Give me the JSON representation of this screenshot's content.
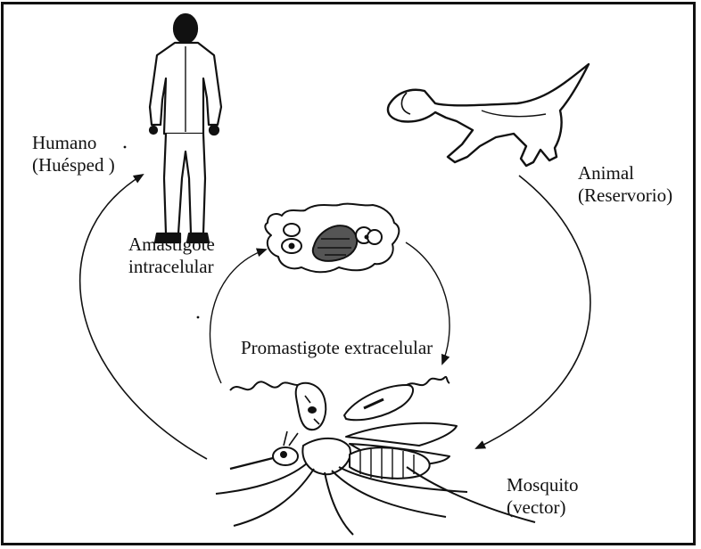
{
  "labels": {
    "human": {
      "line1": "Humano",
      "line2": "(Huésped )"
    },
    "animal": {
      "line1": "Animal",
      "line2": "(Reservorio)"
    },
    "amastigote": {
      "line1": "Amastigote",
      "line2": "intracelular"
    },
    "promastigote": {
      "line1": "Promastigote extracelular"
    },
    "mosquito": {
      "line1": "Mosquito",
      "line2": "(vector)"
    }
  },
  "colors": {
    "ink": "#111111",
    "background": "#ffffff"
  }
}
